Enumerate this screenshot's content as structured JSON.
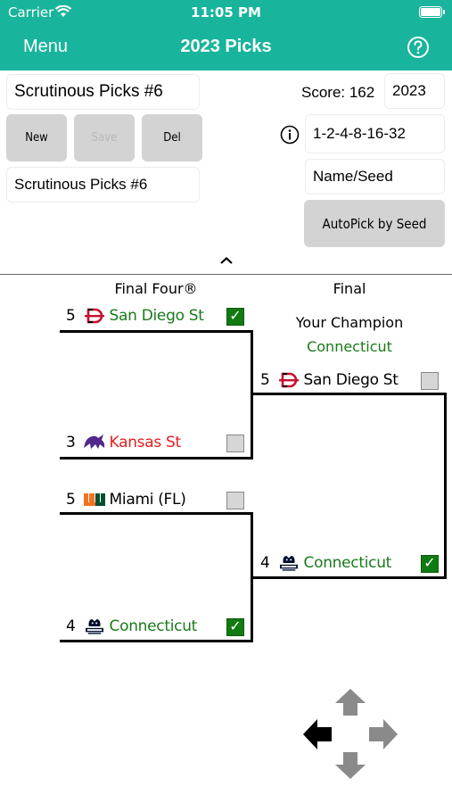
{
  "status": {
    "carrier": "Carrier",
    "time": "11:05 PM"
  },
  "nav": {
    "menu_label": "Menu",
    "title": "2023 Picks",
    "help_icon": "question-circle-icon"
  },
  "controls": {
    "picks_name_input": "Scrutinous Picks #6",
    "picks_name_display": "Scrutinous Picks #6",
    "new_label": "New",
    "save_label": "Save",
    "del_label": "Del",
    "score_label": "Score: 162",
    "year": "2023",
    "scoring": "1-2-4-8-16-32",
    "sort_mode": "Name/Seed",
    "autopick_label": "AutoPick by Seed"
  },
  "bracket": {
    "col_final_four": "Final Four®",
    "col_final": "Final",
    "champion_label": "Your Champion",
    "champion_name": "Connecticut",
    "final_four": [
      {
        "seed": "5",
        "name": "San Diego St",
        "color": "#1a7a1a",
        "checked": true,
        "logo": "sdsu-logo-icon"
      },
      {
        "seed": "3",
        "name": "Kansas St",
        "color": "#e02020",
        "checked": false,
        "logo": "kstate-logo-icon"
      },
      {
        "seed": "5",
        "name": "Miami (FL)",
        "color": "#000000",
        "checked": false,
        "logo": "miami-logo-icon"
      },
      {
        "seed": "4",
        "name": "Connecticut",
        "color": "#1a7a1a",
        "checked": true,
        "logo": "uconn-logo-icon"
      }
    ],
    "final": [
      {
        "seed": "5",
        "name": "San Diego St",
        "color": "#000000",
        "checked": false,
        "logo": "sdsu-logo-icon"
      },
      {
        "seed": "4",
        "name": "Connecticut",
        "color": "#1a7a1a",
        "checked": true,
        "logo": "uconn-logo-icon"
      }
    ]
  },
  "colors": {
    "header": "#19b49c",
    "green": "#1a7a1a",
    "red": "#e02020"
  }
}
